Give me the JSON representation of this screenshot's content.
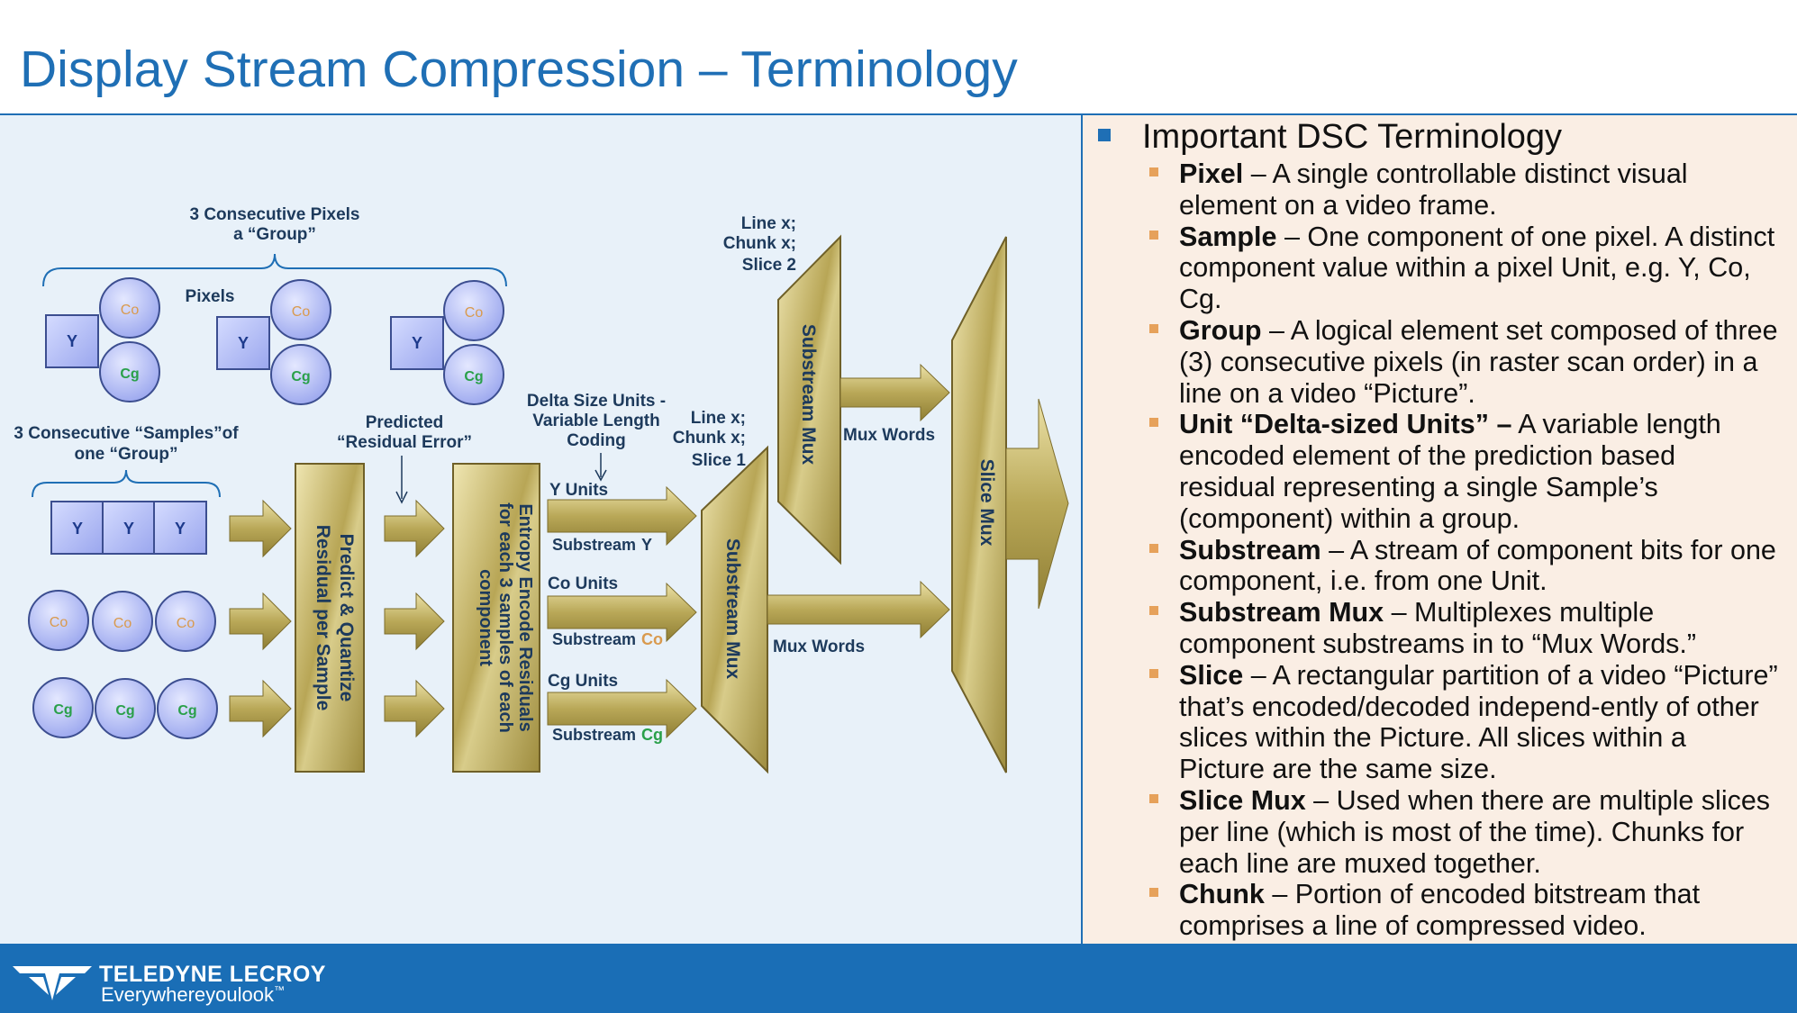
{
  "slide": {
    "title": "Display Stream Compression – Terminology"
  },
  "diagram": {
    "group_label_line1": "3 Consecutive Pixels",
    "group_label_line2": "a “Group”",
    "pixels_label": "Pixels",
    "pixel_y": "Y",
    "pixel_co": "Co",
    "pixel_cg": "Cg",
    "samples_label_line1": "3 Consecutive “Samples”of",
    "samples_label_line2": "one “Group”",
    "predicted_line1": "Predicted",
    "predicted_line2": "“Residual Error”",
    "predict_box_line1": "Predict & Quantize",
    "predict_box_line2": "Residual per Sample",
    "entropy_line1": "Entropy Encode Residuals",
    "entropy_line2": "for each 3 samples of each",
    "entropy_line3": "component",
    "delta_line1": "Delta Size Units -",
    "delta_line2": "Variable Length",
    "delta_line3": "Coding",
    "y_units": "Y Units",
    "co_units": "Co Units",
    "cg_units": "Cg Units",
    "substream_word": "Substream",
    "substream_y": "Y",
    "substream_co": "Co",
    "substream_cg": "Cg",
    "slice1_line1": "Line x;",
    "slice1_line2": "Chunk x;",
    "slice1_line3": "Slice 1",
    "slice2_line1": "Line x;",
    "slice2_line2": "Chunk x;",
    "slice2_line3": "Slice 2",
    "substream_mux": "Substream  Mux",
    "mux_words": "Mux Words",
    "slice_mux": "Slice Mux"
  },
  "terminology": {
    "heading": "Important DSC Terminology",
    "items": [
      {
        "term": "Pixel",
        "text": " – A single controllable distinct visual element on a video frame."
      },
      {
        "term": "Sample",
        "text": " – One component of one pixel. A distinct component value within a pixel Unit, e.g. Y, Co, Cg."
      },
      {
        "term": "Group",
        "text": " – A logical element set composed of three (3) consecutive pixels (in raster scan order) in a line on a video “Picture”."
      },
      {
        "term": "Unit “Delta-sized Units” –",
        "text": " A variable length encoded element of the prediction based residual representing a single Sample’s (component) within a group."
      },
      {
        "term": "Substream",
        "text": " – A stream of component bits for one component, i.e. from one Unit."
      },
      {
        "term": "Substream Mux",
        "text": " – Multiplexes multiple component substreams in to “Mux Words.”"
      },
      {
        "term": "Slice",
        "text": " – A rectangular partition of a video “Picture” that’s encoded/decoded independ-ently of other slices within the Picture. All slices within a Picture are the same size."
      },
      {
        "term": "Slice Mux",
        "text": " – Used when there are multiple slices per line (which is most of the time). Chunks for each line are muxed together."
      },
      {
        "term": "Chunk",
        "text": " – Portion of encoded bitstream that comprises a line of compressed video."
      }
    ]
  },
  "footer": {
    "brand": "TELEDYNE LECROY",
    "tagline": "Everywhereyoulook",
    "tagline_mark": "™"
  },
  "colors": {
    "title_blue": "#1f6fb5",
    "footer_blue": "#1a6eb6",
    "bullet_orange": "#e6a15a",
    "co_text": "#d99a4e",
    "cg_text": "#2aa04a",
    "gold": "#c9b96a"
  }
}
